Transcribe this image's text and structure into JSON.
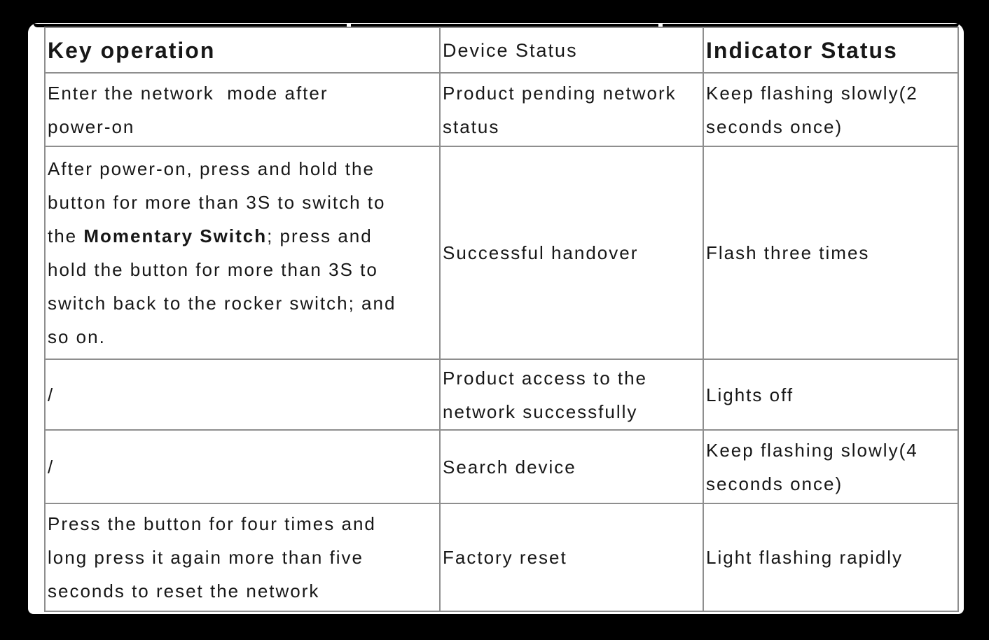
{
  "colors": {
    "background": "#000000",
    "page": "#ffffff",
    "table_border": "#8e8e8e",
    "text": "#171717",
    "muted_text": "#414141",
    "top_edge_bar": "#000000"
  },
  "table": {
    "headers": {
      "key_operation": "Key operation",
      "device_status": "Device Status",
      "indicator_status": "Indicator Status"
    },
    "rows": [
      {
        "key_operation": "Enter the network  mode after\npower-on",
        "device_status": "Product pending network\nstatus",
        "indicator_status": "Keep flashing slowly(2\nseconds once)"
      },
      {
        "key_operation_before": "After power-on, press and hold the\nbutton for more than 3S to switch to\nthe ",
        "key_operation_bold": "Momentary Switch",
        "key_operation_after": "; press and\nhold the button for more than 3S to\nswitch back to the rocker switch; and\nso on.",
        "device_status": "Successful handover",
        "indicator_status": "Flash three times"
      },
      {
        "key_operation": "/",
        "device_status": "Product access to the\nnetwork successfully",
        "indicator_status": "Lights off"
      },
      {
        "key_operation": "/",
        "device_status": "Search device",
        "indicator_status": "Keep flashing slowly(4\nseconds once)"
      },
      {
        "key_operation": "Press the button for four times and\nlong press it again more than five\nseconds to reset the network",
        "device_status": "Factory reset",
        "indicator_status": "Light flashing rapidly"
      }
    ]
  }
}
